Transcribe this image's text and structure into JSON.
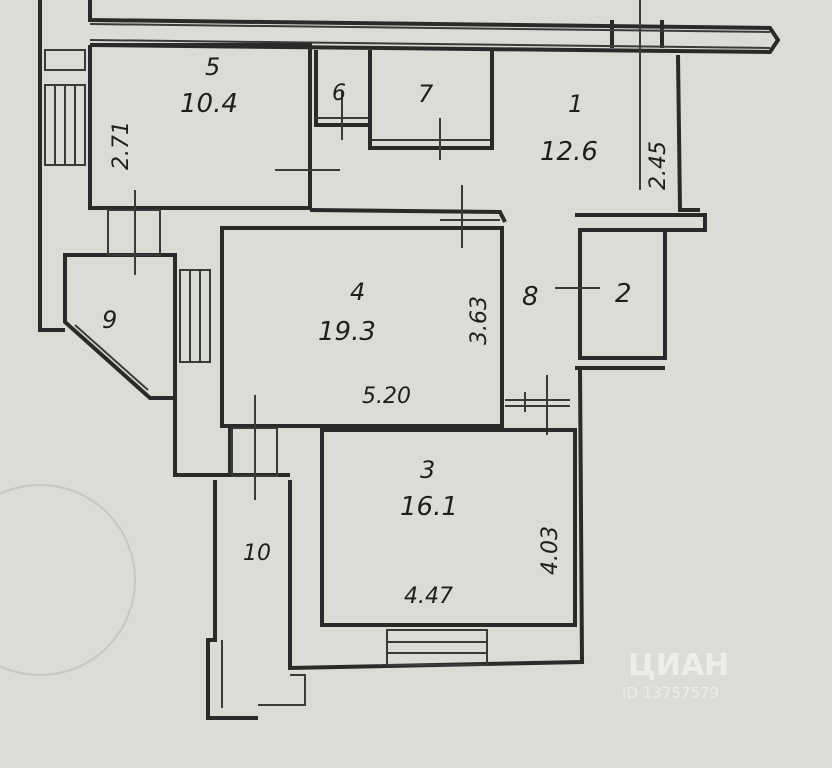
{
  "rooms": [
    {
      "number": "5",
      "area": "10.4",
      "dimension": "2.71"
    },
    {
      "number": "6"
    },
    {
      "number": "7"
    },
    {
      "number": "1",
      "area": "12.6",
      "dimension": "2.45"
    },
    {
      "number": "4",
      "area": "19.3",
      "dimension": "3.63",
      "width": "5.20"
    },
    {
      "number": "8"
    },
    {
      "number": "2"
    },
    {
      "number": "9"
    },
    {
      "number": "3",
      "area": "16.1",
      "dimension": "4.03",
      "width": "4.47"
    },
    {
      "number": "10"
    }
  ],
  "watermark": {
    "brand": "ЦИАН",
    "id": "ID 13757579"
  },
  "colors": {
    "paper": "#dcdbd6",
    "ink": "#2a2a2a"
  }
}
